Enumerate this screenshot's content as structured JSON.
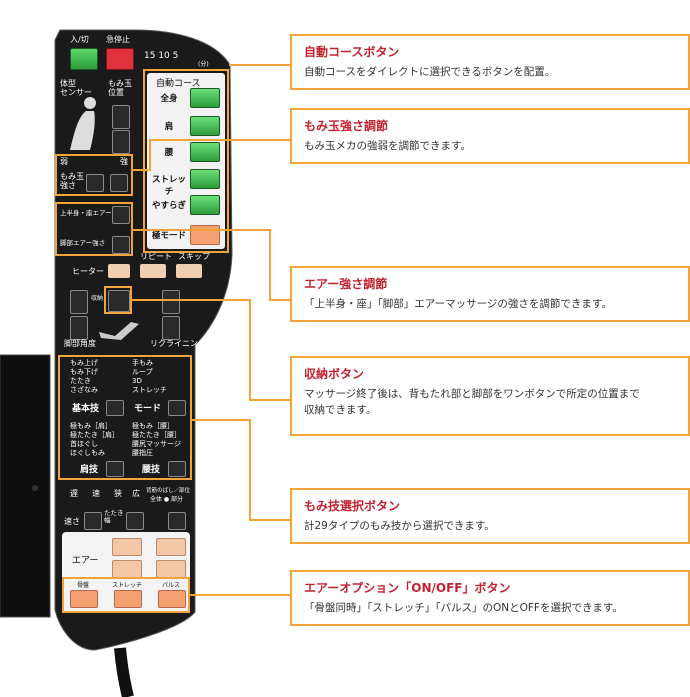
{
  "remote": {
    "power_label": "入/切",
    "stop_label": "急停止",
    "body_sensor_label": "体型\nセンサー",
    "position_label": "もみ玉\n位置",
    "timer_numbers": "15 10 5",
    "timer_unit": "(分)",
    "auto_course_title": "自動コース",
    "courses": [
      "全身",
      "肩",
      "腰",
      "ストレッチ",
      "やすらぎ",
      "極モード"
    ],
    "strength_weak": "弱",
    "strength_strong": "強",
    "strength_label": "もみ玉\n強さ",
    "air_upper_label": "上半身・座エアー強さ",
    "air_leg_label": "脚部エアー強さ",
    "heater_label": "ヒーター",
    "repeat_label": "リピート",
    "skip_label": "スキップ",
    "storage_label": "収納",
    "leg_angle_label": "脚部角度",
    "recline_label": "リクライニング",
    "basic_items_left": [
      "もみ上げ",
      "もみ下げ",
      "たたき",
      "さざなみ"
    ],
    "basic_items_right": [
      "手もみ",
      "ループ",
      "3D",
      "ストレッチ"
    ],
    "basic_label": "基本技",
    "mode_label": "モード",
    "shoulder_items_left": [
      "極もみ［肩］",
      "極たたき［肩］",
      "首ほぐし",
      "ほぐしもみ"
    ],
    "shoulder_items_right": [
      "極もみ［腰］",
      "極たたき［腰］",
      "腰尻マッサージ",
      "腰指圧"
    ],
    "shoulder_label": "肩技",
    "waist_label": "腰技",
    "speed_row": [
      "遅",
      "速",
      "狭",
      "広"
    ],
    "top_right_small": "背筋のばし／部位",
    "whole_part": "全体 ● 部分",
    "speed_label": "速さ",
    "tataki_width_label": "たたき\n幅",
    "air_label": "エアー",
    "option_labels": [
      "骨盤",
      "ストレッチ",
      "パルス"
    ]
  },
  "callouts": [
    {
      "title": "自動コースボタン",
      "desc": "自動コースをダイレクトに選択できるボタンを配置。"
    },
    {
      "title": "もみ玉強さ調節",
      "desc": "もみ玉メカの強弱を調節できます。"
    },
    {
      "title": "エアー強さ調節",
      "desc": "「上半身・座」「脚部」エアーマッサージの強さを調節できます。"
    },
    {
      "title": "収納ボタン",
      "desc": "マッサージ終了後は、背もたれ部と脚部をワンボタンで所定の位置まで\n収納できます。"
    },
    {
      "title": "もみ技選択ボタン",
      "desc": "計29タイプのもみ技から選択できます。"
    },
    {
      "title": "エアーオプション「ON/OFF」ボタン",
      "desc": "「骨盤同時」「ストレッチ」「パルス」のONとOFFを選択できます。"
    }
  ],
  "colors": {
    "accent_orange": "#f2a33a",
    "title_red": "#c2232e",
    "remote_body": "#1a1a1a",
    "green": "#3ab549",
    "red_btn": "#e0323c"
  }
}
